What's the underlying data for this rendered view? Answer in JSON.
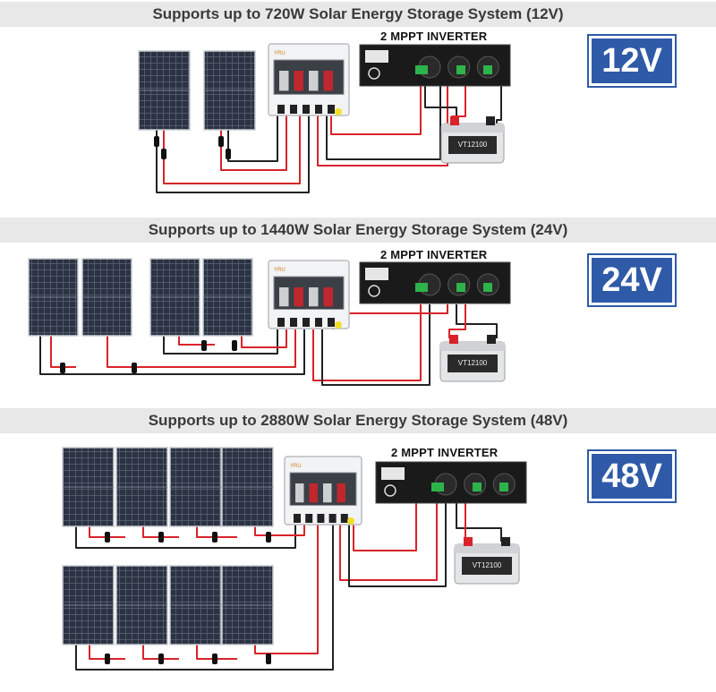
{
  "sections": [
    {
      "title": "Supports up to 720W Solar Energy Storage System (12V)",
      "inverter_label": "2 MPPT INVERTER",
      "voltage_badge": "12V"
    },
    {
      "title": "Supports up to 1440W Solar Energy Storage System (24V)",
      "inverter_label": "2 MPPT INVERTER",
      "voltage_badge": "24V"
    },
    {
      "title": "Supports up to 2880W Solar Energy Storage System (48V)",
      "inverter_label": "2 MPPT INVERTER",
      "voltage_badge": "48V"
    }
  ],
  "combiner_box_label": "YRU",
  "battery_label": "VT12100",
  "colors": {
    "band": "#e8e8e8",
    "badge": "#2f5aa8",
    "cable_red": "#d8232a",
    "cable_black": "#222222",
    "panel": "#2a3140"
  }
}
